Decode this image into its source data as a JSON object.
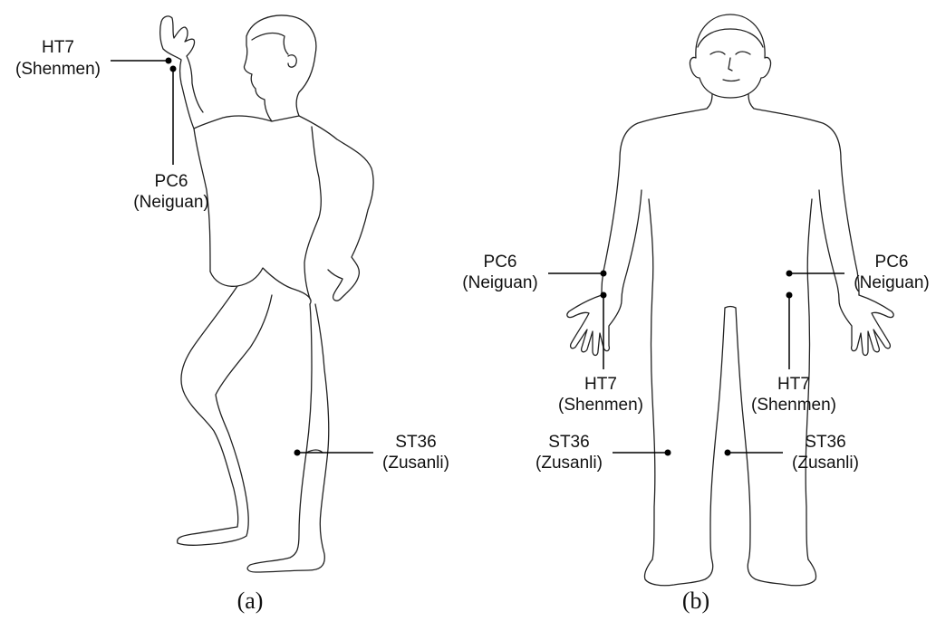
{
  "panel_a": {
    "caption": "(a)",
    "points": {
      "ht7": {
        "code": "HT7",
        "name": "(Shenmen)"
      },
      "pc6": {
        "code": "PC6",
        "name": "(Neiguan)"
      },
      "st36": {
        "code": "ST36",
        "name": "(Zusanli)"
      }
    }
  },
  "panel_b": {
    "caption": "(b)",
    "left": {
      "pc6": {
        "code": "PC6",
        "name": "(Neiguan)"
      },
      "ht7": {
        "code": "HT7",
        "name": "(Shenmen)"
      },
      "st36": {
        "code": "ST36",
        "name": "(Zusanli)"
      }
    },
    "right": {
      "pc6": {
        "code": "PC6",
        "name": "(Neiguan)"
      },
      "ht7": {
        "code": "HT7",
        "name": "(Shenmen)"
      },
      "st36": {
        "code": "ST36",
        "name": "(Zusanli)"
      }
    }
  }
}
